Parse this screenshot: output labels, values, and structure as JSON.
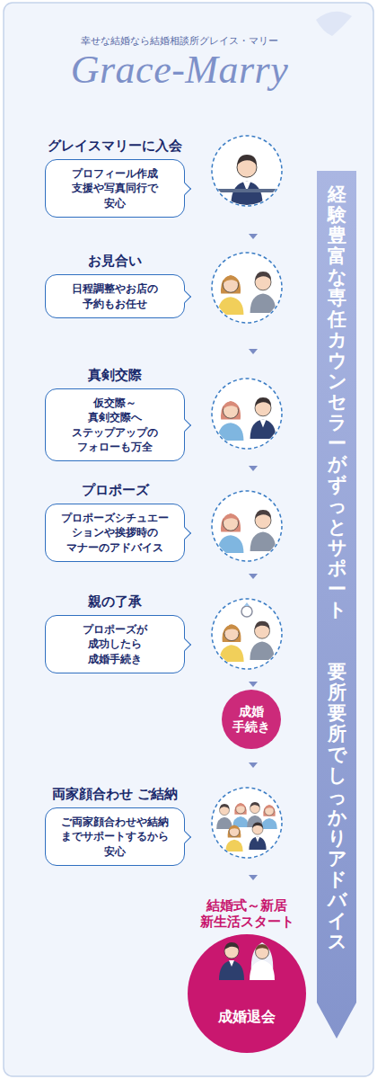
{
  "diagram": {
    "title": "Grace-Marry",
    "nodes": [
      {
        "text": [
          "グレイスマリーに入会",
          "プロフィール作成 支援や写真同行で 安心"
        ]
      },
      {
        "text": [
          "お見合い",
          "日程調整やお店の 予約もお任せ"
        ]
      },
      {
        "text": [
          "真剣交際",
          "仮交際～真剣交際へ ステップアップの フォローも万全"
        ]
      },
      {
        "text": [
          "プロポーズ",
          "プロポーズシチュエー ションや挨拶時の マナーのアドバイス"
        ]
      },
      {
        "text": [
          "親の了承",
          "プロポーズが 成功したら 成婚手続き"
        ]
      },
      {
        "text": [
          "成婚 手続き"
        ]
      },
      {
        "text": [
          "両家顔合わせ ご結納",
          "ご両家顔合わせや結納 までサポートするから 安心"
        ]
      },
      {
        "text": [
          "結婚式～新居 新生活スタート",
          "成婚退会"
        ]
      },
      {
        "text": [
          "経験豊富な専任カウンセラーがずっとサポート",
          "要所要所でしっかりアドバイス"
        ]
      }
    ],
    "labels": [
      "幸せな結婚なら結婚相談所グレイス・マリー"
    ]
  }
}
